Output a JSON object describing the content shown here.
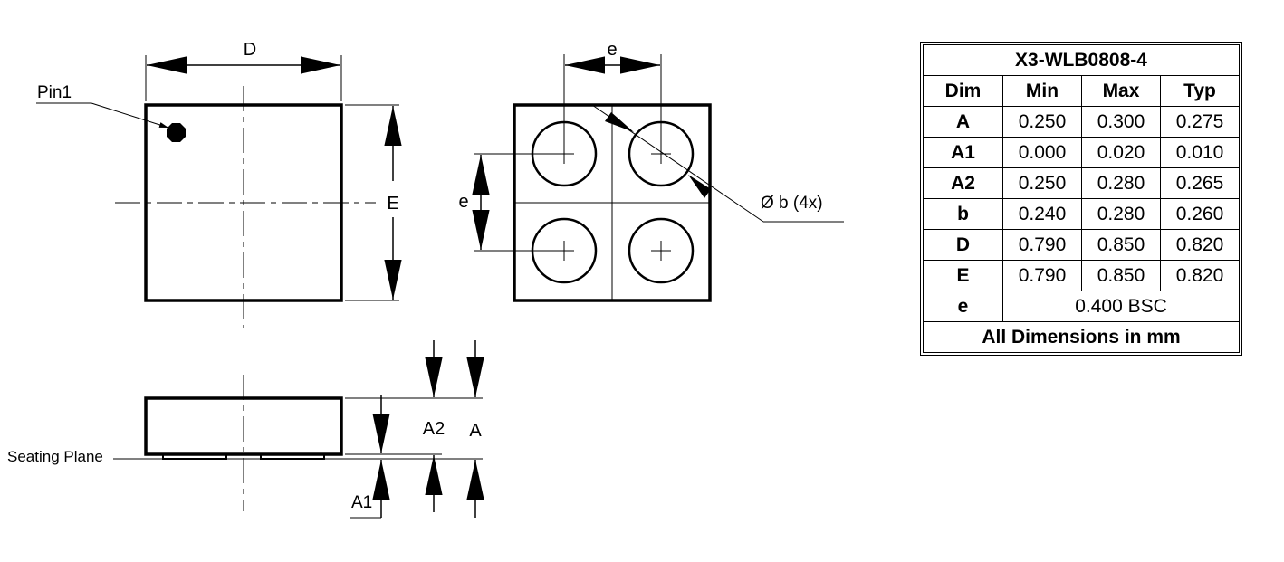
{
  "labels": {
    "d": "D",
    "pin1": "Pin1",
    "e_big": "E",
    "e_pitch_top": "e",
    "e_pitch_left": "e",
    "ball_dia": "Ø b (4x)",
    "a2": "A2",
    "a": "A",
    "a1": "A1",
    "seating_plane": "Seating Plane"
  },
  "table": {
    "title": "X3-WLB0808-4",
    "headers": [
      "Dim",
      "Min",
      "Max",
      "Typ"
    ],
    "rows": [
      {
        "dim": "A",
        "min": "0.250",
        "max": "0.300",
        "typ": "0.275"
      },
      {
        "dim": "A1",
        "min": "0.000",
        "max": "0.020",
        "typ": "0.010"
      },
      {
        "dim": "A2",
        "min": "0.250",
        "max": "0.280",
        "typ": "0.265"
      },
      {
        "dim": "b",
        "min": "0.240",
        "max": "0.280",
        "typ": "0.260"
      },
      {
        "dim": "D",
        "min": "0.790",
        "max": "0.850",
        "typ": "0.820"
      },
      {
        "dim": "E",
        "min": "0.790",
        "max": "0.850",
        "typ": "0.820"
      }
    ],
    "e_row": {
      "dim": "e",
      "value": "0.400 BSC"
    },
    "footer": "All Dimensions in mm"
  }
}
